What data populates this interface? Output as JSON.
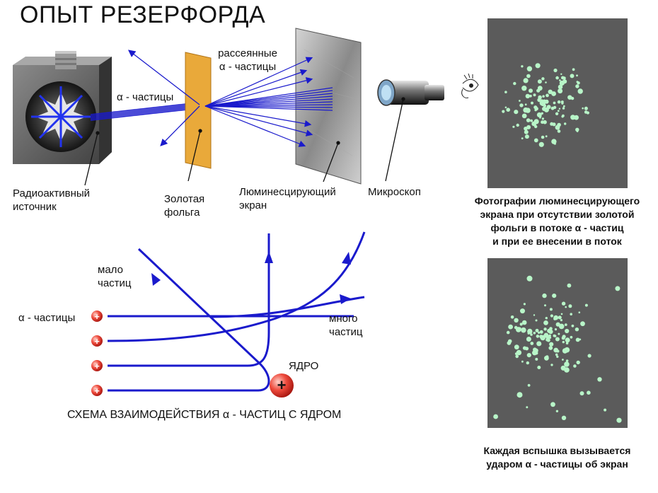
{
  "title": "ОПЫТ РЕЗЕРФОРДА",
  "experiment": {
    "source_label": "Радиоактивный\nисточник",
    "foil_label": "Золотая\nфольга",
    "screen_label": "Люминесцирующий\nэкран",
    "microscope_label": "Микроскоп",
    "alpha_label": "α - частицы",
    "scattered_label": "рассеянные\nα - частицы"
  },
  "scheme": {
    "alpha_label": "α - частицы",
    "few_label": "мало\nчастиц",
    "many_label": "много\nчастиц",
    "nucleus_label": "ЯДРО",
    "caption": "СХЕМА ВЗАИМОДЕЙСТВИЯ  α - ЧАСТИЦ С ЯДРОМ",
    "plus": "+"
  },
  "photos": {
    "caption_top": "Фотографии люминесцирующего\nэкрана при отсутствии золотой\nфольги в потоке α - частиц\nи при ее внесении в поток",
    "caption_bottom": "Каждая вспышка вызывается\nударом α - частицы об экран"
  },
  "colors": {
    "ray": "#1a1acc",
    "foil": "#e9a93a",
    "photo_bg": "#5b5b5b",
    "spot": "#b8f5c8",
    "proton": "#e0302a"
  },
  "icons": [
    "eye-icon",
    "microscope-icon",
    "radioactive-source-icon",
    "gold-foil-icon",
    "screen-icon"
  ]
}
